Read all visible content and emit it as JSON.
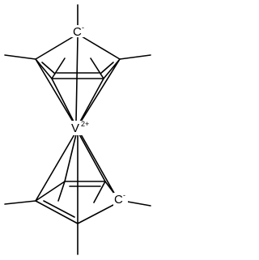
{
  "molecule": {
    "metal": {
      "symbol": "V",
      "charge": "2+"
    },
    "ring_carbanion": {
      "symbol": "C",
      "charge": "-"
    }
  }
}
